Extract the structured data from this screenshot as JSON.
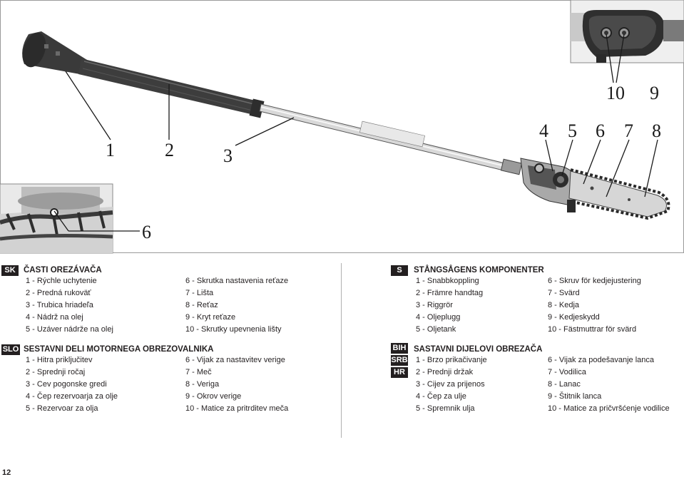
{
  "figure": {
    "callouts_main": [
      "1",
      "2",
      "3",
      "4",
      "5",
      "6",
      "7",
      "8",
      "10",
      "9"
    ],
    "callout_inset_left": "6"
  },
  "sections": [
    {
      "lang": "SK",
      "title": "ČASTI OREZÁVAČA",
      "col1": [
        "1 - Rýchle uchytenie",
        "2 - Predná rukoväť",
        "3 - Trubica hriadeľa",
        "4 - Nádrž na olej",
        "5 - Uzáver nádrže na olej"
      ],
      "col2": [
        "6 - Skrutka nastavenia reťaze",
        "7 - Lišta",
        "8 - Reťaz",
        "9 - Kryt reťaze",
        "10 - Skrutky upevnenia lišty"
      ]
    },
    {
      "lang": "SLO",
      "title": "SESTAVNI DELI MOTORNEGA OBREZOVALNIKA",
      "col1": [
        "1 - Hitra priključitev",
        "2 - Sprednji ročaj",
        "3 - Cev pogonske gredi",
        "4 - Čep rezervoarja za olje",
        "5 - Rezervoar za olja"
      ],
      "col2": [
        "6 - Vijak za nastavitev verige",
        "7 - Meč",
        "8 - Veriga",
        "9 - Okrov verige",
        "10 - Matice za pritrditev meča"
      ]
    },
    {
      "lang": "S",
      "title": "STÅNGSÅGENS KOMPONENTER",
      "col1": [
        "1 - Snabbkoppling",
        "2 - Främre handtag",
        "3 - Riggrör",
        "4 - Oljeplugg",
        "5 - Oljetank"
      ],
      "col2": [
        "6 - Skruv för kedjejustering",
        "7 - Svärd",
        "8 - Kedja",
        "9 - Kedjeskydd",
        "10 - Fästmuttrar för svärd"
      ]
    },
    {
      "lang": [
        "BIH",
        "SRB",
        "HR"
      ],
      "title": "SASTAVNI DIJELOVI OBREZAČA",
      "col1": [
        "1 - Brzo prikačivanje",
        "2 - Prednji držak",
        "3 - Cijev za prijenos",
        "4 - Čep za ulje",
        "5 - Spremnik ulja"
      ],
      "col2": [
        "6 - Vijak za podešavanje lanca",
        "7 - Vodilica",
        "8 - Lanac",
        "9 - Štitnik lanca",
        "10 - Matice za pričvršćenje vodilice"
      ]
    }
  ],
  "page_number": "12"
}
